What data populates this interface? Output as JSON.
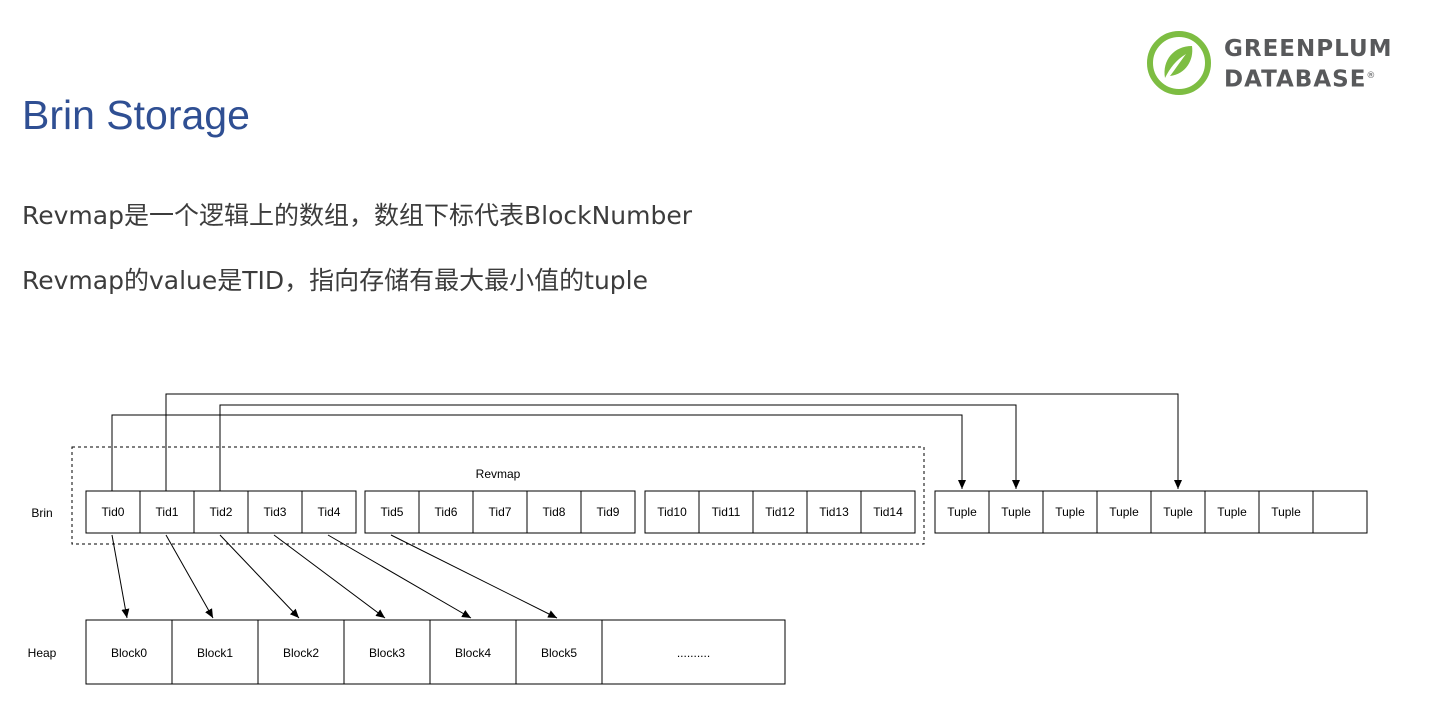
{
  "slide": {
    "title": "Brin Storage",
    "bullets": [
      "Revmap是一个逻辑上的数组，数组下标代表BlockNumber",
      "Revmap的value是TID，指向存储有最大最小值的tuple"
    ]
  },
  "logo": {
    "lines": [
      "GREENPLUM",
      "DATABASE"
    ],
    "trademark": "®",
    "icon": "greenplum-leaf-icon",
    "colors": {
      "green": "#7dbd42",
      "text": "#58595b"
    }
  },
  "diagram": {
    "row_labels": {
      "brin": "Brin",
      "heap": "Heap"
    },
    "revmap_label": "Revmap",
    "tid_groups": [
      [
        "Tid0",
        "Tid1",
        "Tid2",
        "Tid3",
        "Tid4"
      ],
      [
        "Tid5",
        "Tid6",
        "Tid7",
        "Tid8",
        "Tid9"
      ],
      [
        "Tid10",
        "Tid11",
        "Tid12",
        "Tid13",
        "Tid14"
      ]
    ],
    "tuples": [
      "Tuple",
      "Tuple",
      "Tuple",
      "Tuple",
      "Tuple",
      "Tuple",
      "Tuple",
      ""
    ],
    "blocks": [
      "Block0",
      "Block1",
      "Block2",
      "Block3",
      "Block4",
      "Block5",
      ".........."
    ],
    "tid_to_block_arrows": [
      [
        0,
        0
      ],
      [
        1,
        1
      ],
      [
        2,
        2
      ],
      [
        3,
        3
      ],
      [
        4,
        4
      ],
      [
        5,
        5
      ]
    ],
    "tid_to_tuple_arrows": [
      [
        0,
        0
      ],
      [
        2,
        1
      ],
      [
        1,
        4
      ]
    ]
  },
  "colors": {
    "title": "#2f4f93",
    "body_text": "#3c3c3c",
    "line": "#000000"
  }
}
